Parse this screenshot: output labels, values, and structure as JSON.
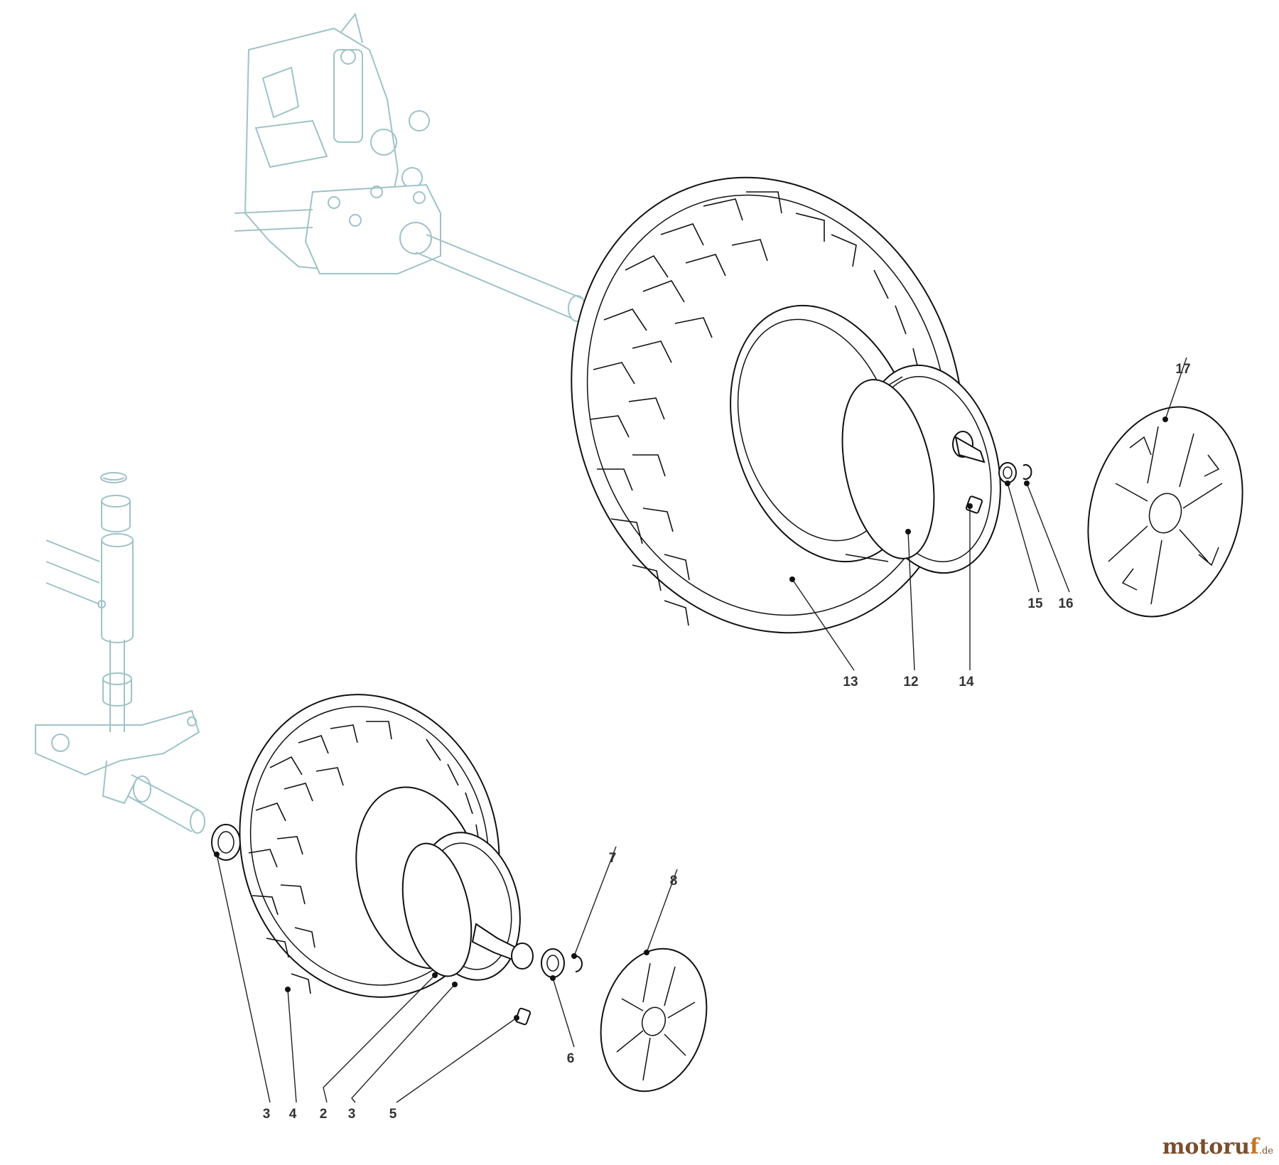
{
  "watermark": {
    "main": "motoru",
    "accent": "f",
    "suffix": ".de"
  },
  "callouts": [
    {
      "id": "17",
      "label": "17"
    },
    {
      "id": "15",
      "label": "15"
    },
    {
      "id": "16",
      "label": "16"
    },
    {
      "id": "13",
      "label": "13"
    },
    {
      "id": "12",
      "label": "12"
    },
    {
      "id": "14",
      "label": "14"
    },
    {
      "id": "7",
      "label": "7"
    },
    {
      "id": "8",
      "label": "8"
    },
    {
      "id": "6",
      "label": "6"
    },
    {
      "id": "3a",
      "label": "3"
    },
    {
      "id": "4",
      "label": "4"
    },
    {
      "id": "2",
      "label": "2"
    },
    {
      "id": "3b",
      "label": "3"
    },
    {
      "id": "5",
      "label": "5"
    }
  ],
  "colors": {
    "ghost": "#9fc3c7",
    "ink": "#111111",
    "label": "#333333"
  }
}
